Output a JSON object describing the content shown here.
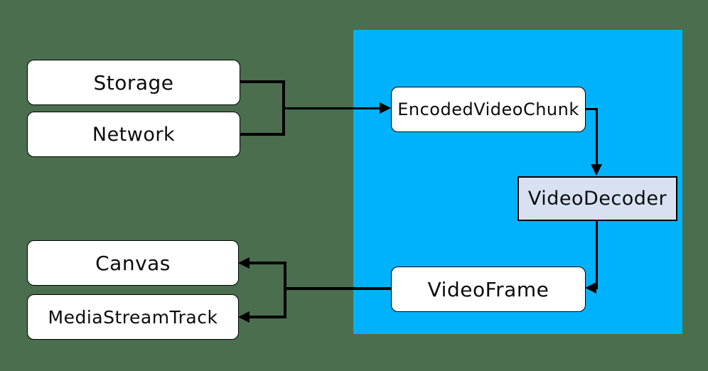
{
  "diagram": {
    "nodes": {
      "storage": {
        "label": "Storage"
      },
      "network": {
        "label": "Network"
      },
      "encoded_video_chunk": {
        "label": "EncodedVideoChunk"
      },
      "video_decoder": {
        "label": "VideoDecoder"
      },
      "video_frame": {
        "label": "VideoFrame"
      },
      "canvas": {
        "label": "Canvas"
      },
      "media_stream_track": {
        "label": "MediaStreamTrack"
      }
    },
    "edges": [
      {
        "from": "storage",
        "to": "encoded_video_chunk"
      },
      {
        "from": "network",
        "to": "encoded_video_chunk"
      },
      {
        "from": "encoded_video_chunk",
        "to": "video_decoder"
      },
      {
        "from": "video_decoder",
        "to": "video_frame"
      },
      {
        "from": "video_frame",
        "to": "canvas"
      },
      {
        "from": "video_frame",
        "to": "media_stream_track"
      }
    ],
    "colors": {
      "background": "#4a6e4e",
      "panel": "#00b2fc",
      "node_fill": "#ffffff",
      "decoder_fill": "#d7e1f1",
      "line": "#000000"
    }
  }
}
